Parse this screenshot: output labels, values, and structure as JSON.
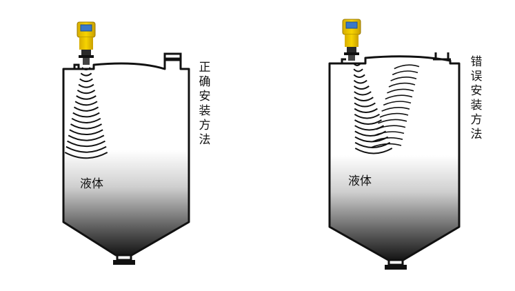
{
  "diagrams": [
    {
      "id": "correct",
      "side_label": "正确安装方法",
      "liquid_label": "液体"
    },
    {
      "id": "wrong",
      "side_label": "错误安装方法",
      "liquid_label": "液体"
    }
  ],
  "colors": {
    "tank_outline": "#111111",
    "liquid_top": "#ffffff",
    "liquid_bottom": "#151515",
    "sensor_yellow": "#f2cc00",
    "sensor_blue": "#3a78c8",
    "sensor_dark": "#2a2a2a"
  }
}
